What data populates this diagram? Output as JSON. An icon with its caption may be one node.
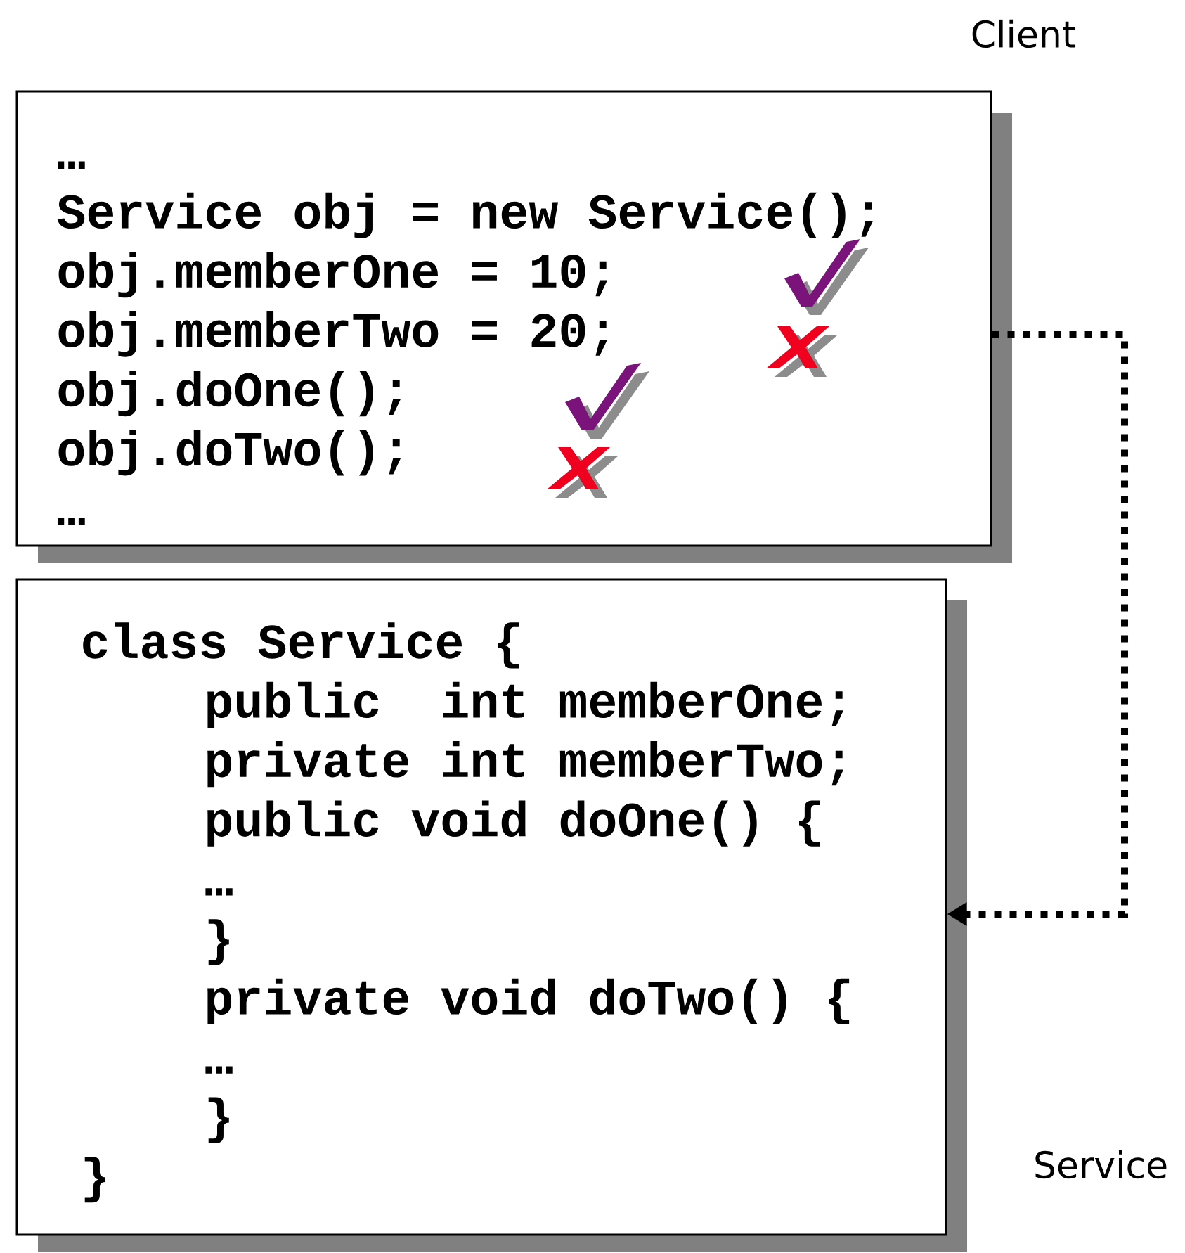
{
  "diagram": {
    "nodes": [
      {
        "text": [
          "…",
          "Service obj = new Service();",
          "obj.memberOne = 10;",
          "obj.memberTwo = 20;",
          "obj.doOne();",
          "obj.doTwo();",
          "…"
        ],
        "beside": [
          "Client"
        ]
      },
      {
        "text": [
          "class Service {",
          "public  int memberOne;",
          "private int memberTwo;",
          "public void doOne() {",
          "…",
          "}",
          "private void doTwo() {",
          "…",
          "}",
          "}"
        ],
        "beside": [
          "Service"
        ]
      }
    ],
    "edges": [
      {
        "from": 0,
        "to": 1,
        "arrow": "to",
        "style": "dashed"
      }
    ]
  }
}
